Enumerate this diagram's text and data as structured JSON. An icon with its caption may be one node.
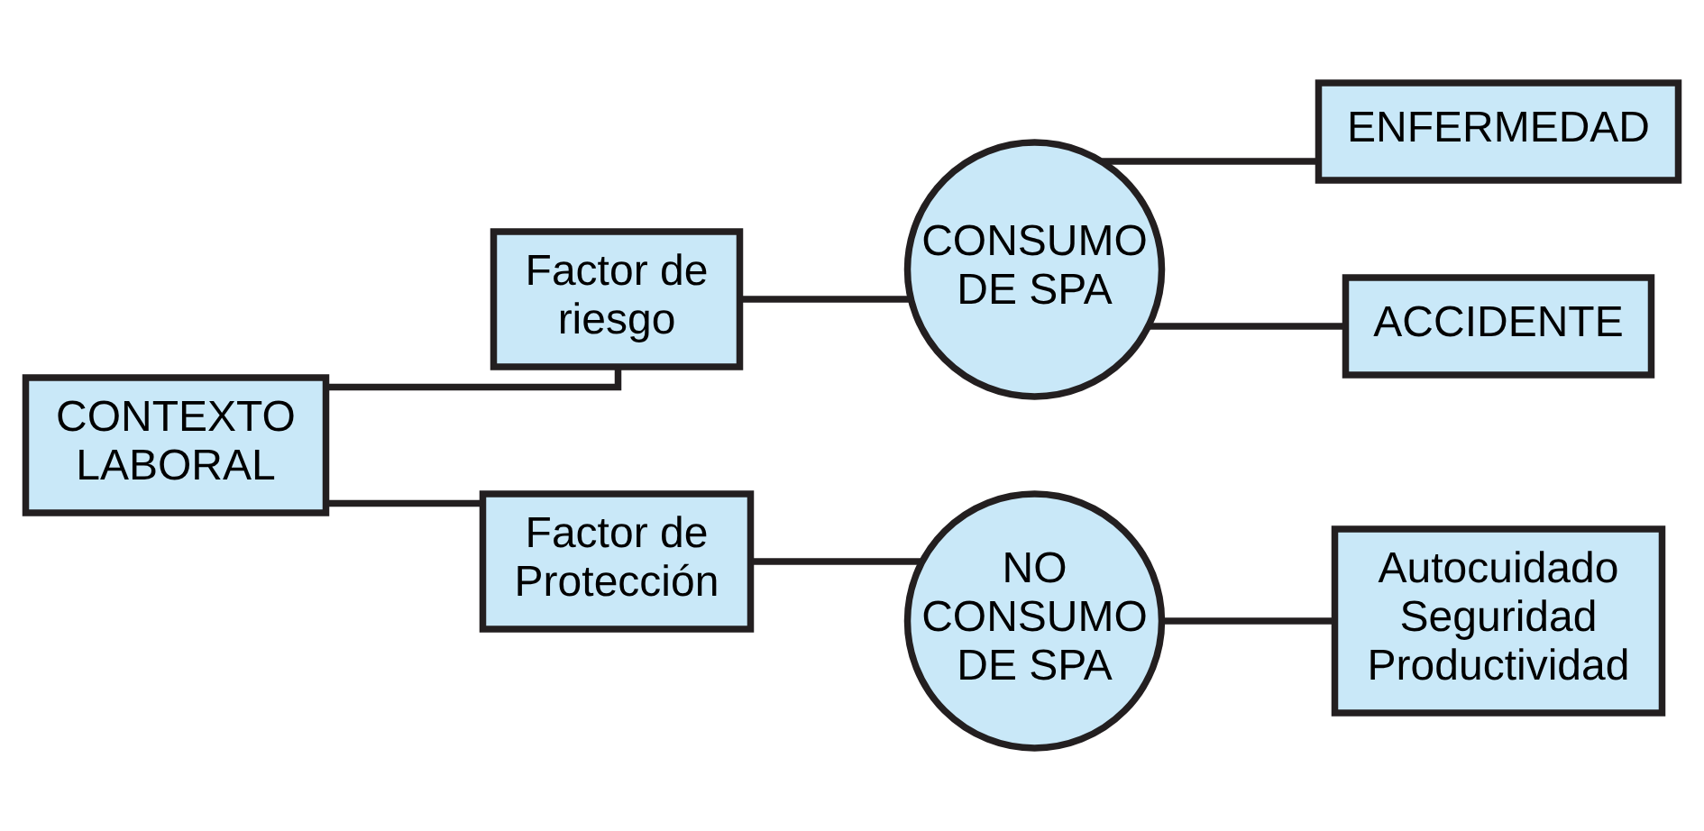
{
  "diagram": {
    "nodes": [
      {
        "text": [
          "CONTEXTO LABORAL"
        ]
      },
      {
        "text": [
          "Factor de riesgo"
        ]
      },
      {
        "text": [
          "CONSUMO DE SPA"
        ]
      },
      {
        "text": [
          "ENFERMEDAD"
        ]
      },
      {
        "text": [
          "ACCIDENTE"
        ]
      },
      {
        "text": [
          "Factor de Protección"
        ]
      },
      {
        "text": [
          "NO CONSUMO DE SPA"
        ]
      },
      {
        "text": [
          "Autocuidado",
          "Seguridad",
          "Productividad"
        ]
      }
    ],
    "edges": [
      {
        "from": 0,
        "to": 1,
        "arrow": "none"
      },
      {
        "from": 0,
        "to": 5,
        "arrow": "none"
      },
      {
        "from": 1,
        "to": 2,
        "arrow": "none"
      },
      {
        "from": 2,
        "to": 3,
        "arrow": "none"
      },
      {
        "from": 2,
        "to": 4,
        "arrow": "none"
      },
      {
        "from": 5,
        "to": 6,
        "arrow": "none"
      },
      {
        "from": 6,
        "to": 7,
        "arrow": "none"
      }
    ]
  }
}
